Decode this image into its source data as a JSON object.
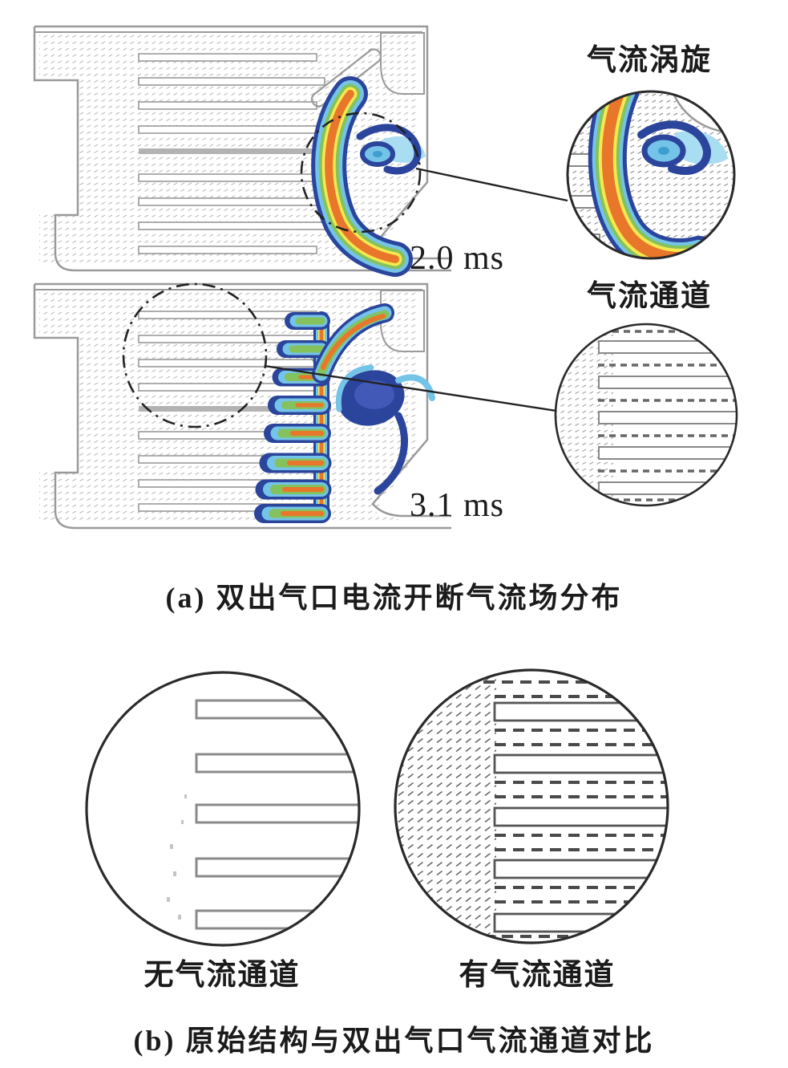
{
  "panel_a": {
    "caption": "(a) 双出气口电流开断气流场分布",
    "snapshot_upper": {
      "time_label": "2.0 ms"
    },
    "snapshot_lower": {
      "time_label": "3.1 ms"
    },
    "inset_vortex": {
      "label": "气流涡旋"
    },
    "inset_channel": {
      "label": "气流通道"
    }
  },
  "panel_b": {
    "caption": "(b) 原始结构与双出气口气流通道对比",
    "left_circle_label": "无气流通道",
    "right_circle_label": "有气流通道"
  },
  "colors": {
    "contour_blue": "#2b449c",
    "contour_cyan": "#74c3e8",
    "contour_green": "#84c25e",
    "contour_yellow": "#f5e94f",
    "contour_orange": "#e8762b",
    "outline_gray": "#9a9a9a",
    "text": "#1b1b1b"
  }
}
